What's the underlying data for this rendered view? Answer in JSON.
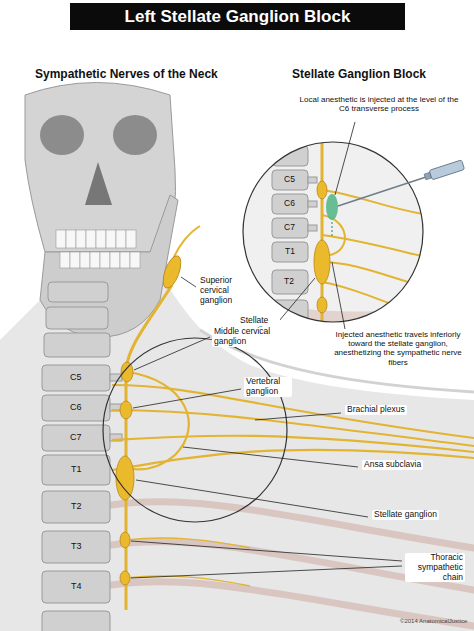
{
  "diagram": {
    "title": "Left Stellate Ganglion Block",
    "labels": [
      "Sympathetic Nerves of the Neck",
      "Stellate Ganglion Block",
      "Local anesthetic is injected at the level of the C6 transverse process",
      "C5",
      "C6",
      "C7",
      "T1",
      "T2",
      "Superior cervical ganglion",
      "Stellate ganglion",
      "Injected anesthetic travels inferiorly toward the stellate ganglion, anesthetizing the sympathetic nerve fibers",
      "Middle cervical ganglion",
      "C5",
      "C6",
      "Vertebral ganglion",
      "C7",
      "Brachial plexus",
      "T1",
      "Ansa subclavia",
      "T2",
      "Stellate ganglion",
      "T3",
      "Thoracic sympathetic chain",
      "T4",
      "©2014 AnatomicalJustice"
    ]
  }
}
